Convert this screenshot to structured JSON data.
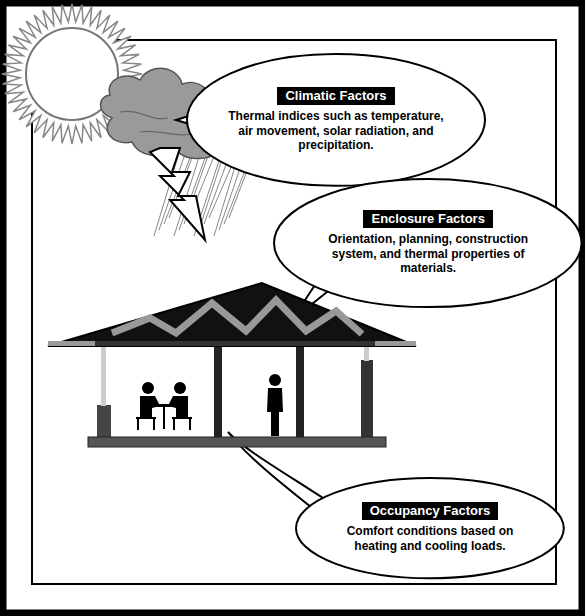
{
  "diagram": {
    "nodes": [
      {
        "text": [
          "Climatic Factors",
          "Thermal indices such as temperature, air movement, solar radiation, and precipitation."
        ]
      },
      {
        "text": [
          "Enclosure Factors",
          "Orientation, planning, construction system, and thermal properties of materials."
        ]
      },
      {
        "text": [
          "Occupancy Factors",
          "Comfort conditions based on heating and cooling loads."
        ]
      }
    ]
  }
}
